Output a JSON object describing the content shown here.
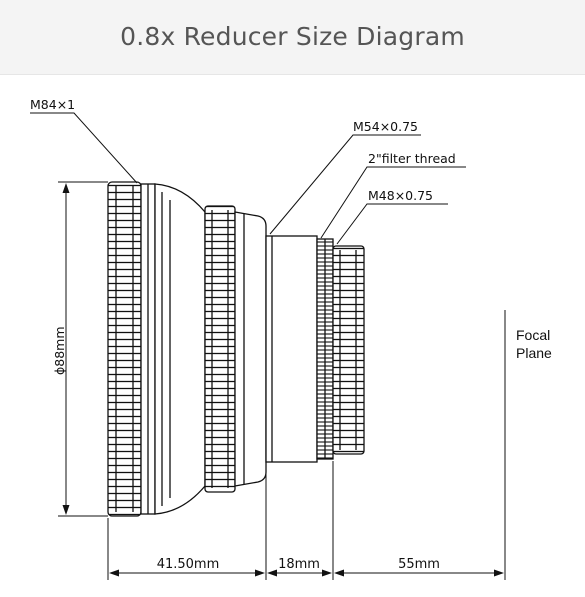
{
  "title": "0.8x Reducer Size Diagram",
  "labels": {
    "m84": "M84×1",
    "m54": "M54×0.75",
    "filter": "2\"filter thread",
    "m48": "M48×0.75",
    "diameter": "ɸ88mm",
    "focal_line1": "Focal",
    "focal_line2": "Plane"
  },
  "dimensions": {
    "d1": "41.50mm",
    "d2": "18mm",
    "d3": "55mm"
  },
  "colors": {
    "ink": "#111111",
    "header_bg": "#f4f4f4",
    "title": "#555555"
  }
}
